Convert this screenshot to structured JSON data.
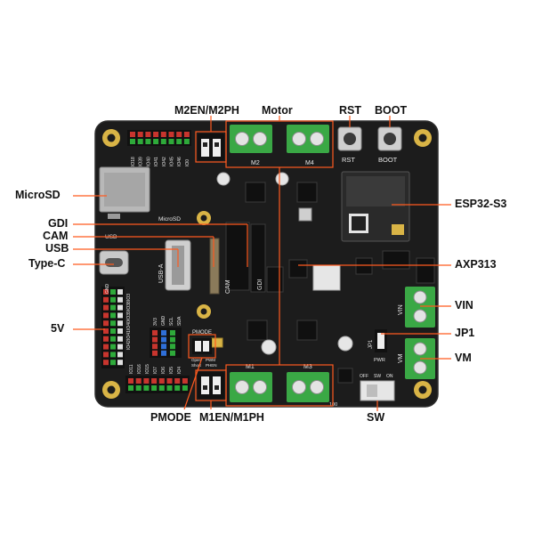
{
  "colors": {
    "board": "#1c1c1c",
    "board_edge": "#2a2a2a",
    "callout_line": "#ff5a1f",
    "terminal_green": "#3aa845",
    "header_red": "#c8352e",
    "header_green": "#2eaa3a",
    "gold": "#d9b446"
  },
  "callouts": {
    "m2en_m2ph": "M2EN/M2PH",
    "motor": "Motor",
    "rst": "RST",
    "boot": "BOOT",
    "microsd": "MicroSD",
    "esp32": "ESP32-S3",
    "gdi": "GDI",
    "cam": "CAM",
    "usb": "USB",
    "type_c": "Type-C",
    "axp313": "AXP313",
    "vin": "VIN",
    "v5": "5V",
    "jp1": "JP1",
    "vm": "VM",
    "pmode": "PMODE",
    "m1en_m1ph": "M1EN/M1PH",
    "sw": "SW"
  },
  "silk": {
    "m2": "M2",
    "m4": "M4",
    "m1": "M1",
    "m3": "M3",
    "rst": "RST",
    "boot": "BOOT",
    "microsd": "MicroSD",
    "usb": "USB",
    "usb_a": "USB-A",
    "cam": "CAM",
    "gdi": "GDI",
    "pmode": "PMODE",
    "vin": "VIN",
    "vm": "VM",
    "jp1": "JP1",
    "pwr": "PWR",
    "off": "OFF",
    "sw": "SW",
    "on": "ON",
    "gnd": "GND",
    "num_100": "100",
    "io_top": [
      "IO18",
      "IO39",
      "IO40",
      "IO41",
      "IO42",
      "IO45",
      "IO46",
      "IO0"
    ],
    "io_left": [
      "IO3",
      "IO38",
      "IO39",
      "IO40",
      "IO41",
      "IO42"
    ],
    "io_bottom": [
      "IO11",
      "IO16",
      "IO15",
      "IO7",
      "IO6",
      "IO5",
      "IO4"
    ],
    "i2c": [
      "3V3",
      "GND",
      "SCL",
      "SDA"
    ],
    "pmode_pins": [
      "Open",
      "PWM",
      "Short",
      "PHEN"
    ]
  }
}
